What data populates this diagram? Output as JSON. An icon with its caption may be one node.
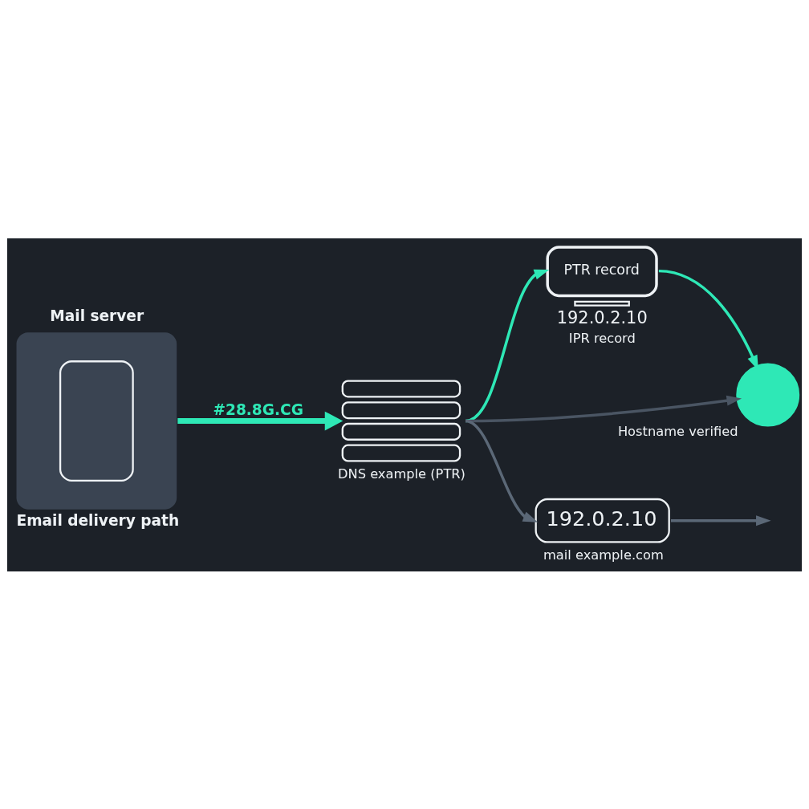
{
  "diagram": {
    "nodes": [
      {
        "text": [
          "Mail server"
        ],
        "beside": [
          "Email delivery path"
        ]
      },
      {
        "text": [
          "DNS example (PTR)"
        ]
      },
      {
        "text": [
          "PTR record"
        ],
        "beside": [
          "192.0.2.10",
          "IPR record"
        ]
      },
      {
        "text": [
          "Hostname verified"
        ]
      },
      {
        "text": [
          "192.0.2.10"
        ],
        "beside": [
          "mail example.com"
        ]
      }
    ],
    "edges": [
      {
        "from": 0,
        "to": 1,
        "arrow": "to",
        "label": "#28.8G.CG",
        "style": "thick",
        "color": "#2ee8b6"
      },
      {
        "from": 1,
        "to": 2,
        "arrow": "to",
        "color": "#2ee8b6"
      },
      {
        "from": 2,
        "to": 3,
        "arrow": "to",
        "color": "#2ee8b6"
      },
      {
        "from": 1,
        "to": 3,
        "arrow": "to",
        "color": "#4a5563"
      },
      {
        "from": 1,
        "to": 4,
        "arrow": "to",
        "color": "#5b6877"
      },
      {
        "from": 4,
        "to": null,
        "arrow": "to",
        "color": "#5b6877"
      }
    ]
  }
}
